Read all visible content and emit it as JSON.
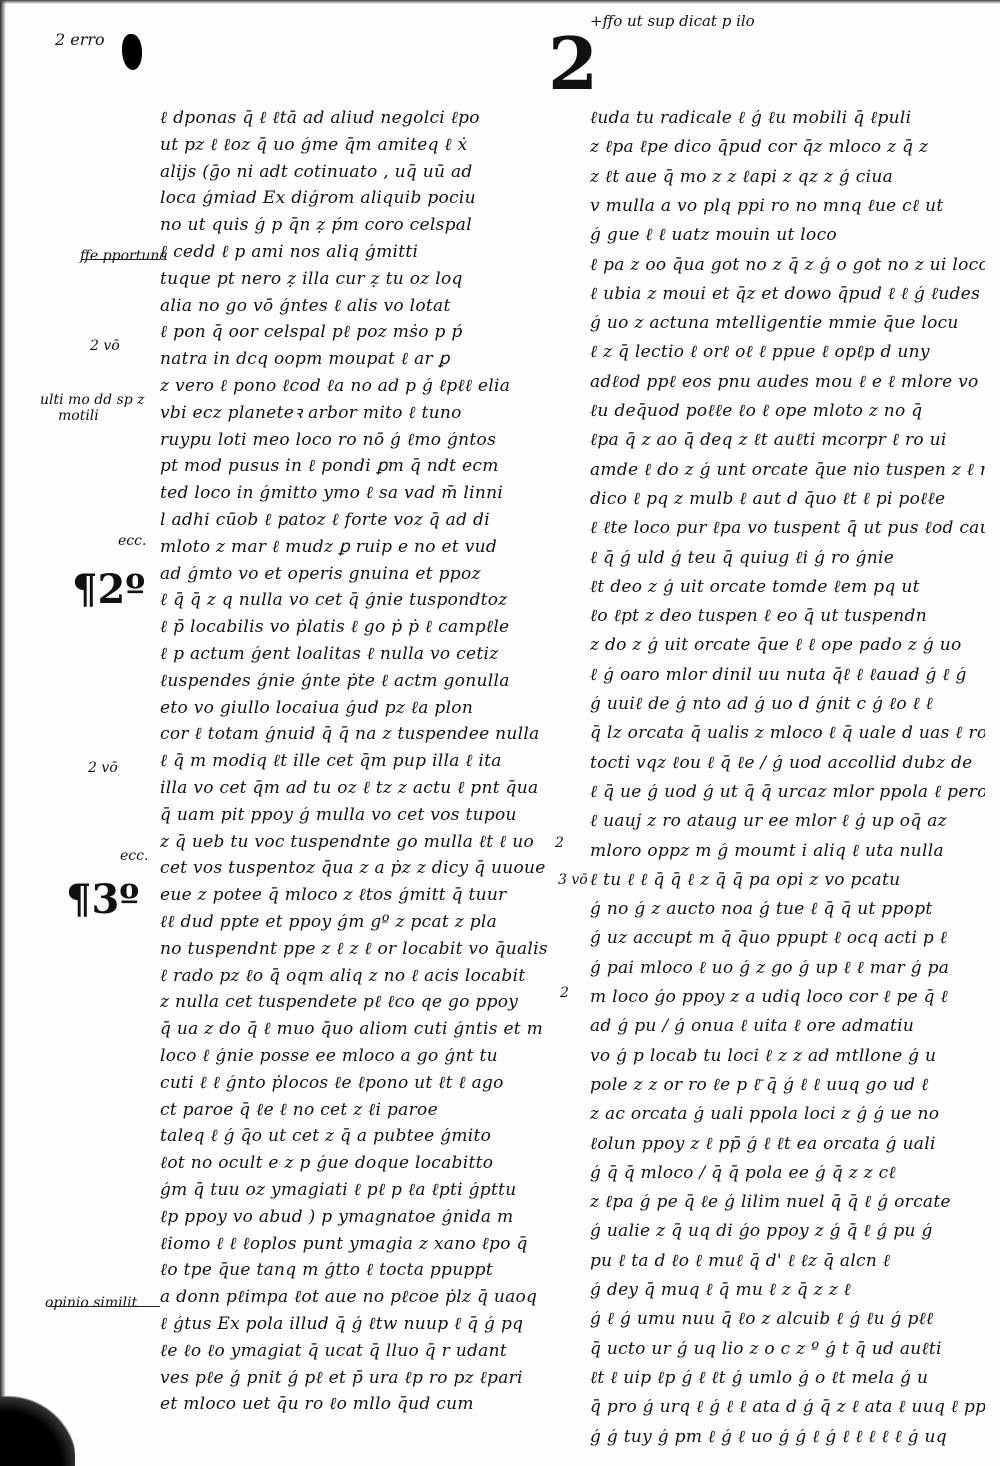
{
  "header": {
    "corner_note": "2 erro",
    "top_right_note": "+ffo ut sup dicat p ilo",
    "folio_number": "2"
  },
  "margin_notes": [
    {
      "text": "ffe pportuna",
      "class": "m1"
    },
    {
      "text": "2 vō",
      "class": "m2"
    },
    {
      "text": "ulti mo dd sp z",
      "class": "m3a"
    },
    {
      "text": "motili",
      "class": "m3b"
    },
    {
      "text": "ecc.",
      "class": "m4"
    },
    {
      "text": "2 vō",
      "class": "m5"
    },
    {
      "text": "ecc.",
      "class": "m6"
    },
    {
      "text": "3 vō",
      "class": "m7"
    },
    {
      "text": "2",
      "class": "m8"
    },
    {
      "text": "2",
      "class": "m9"
    },
    {
      "text": "opinio similit",
      "class": "m10"
    }
  ],
  "paragraph_marks": [
    {
      "text": "¶2º",
      "class": "p1"
    },
    {
      "text": "¶3º",
      "class": "p2"
    }
  ],
  "left_column": [
    "ℓ dponas q̄ ℓ ℓtā ad aliud negolci ℓpo",
    "ut pz ℓ ℓoz q̄ uo ǵme q̄m amiteq ℓ ẋ",
    "alijs (ḡo ni adt cotinuato , uq̄ uū ad",
    "loca ǵmiad Ex diǵrom aliquib pociu",
    "no ut quis ǵ p q̄n ẓ ṕm coro celspal",
    "ℓ cedd ℓ p ami nos aliq ǵmitti",
    "tuque pt nero ẓ illa cur ẓ tu oz loq",
    "alia no go vō ǵntes ℓ alis vo lotat",
    "ℓ pon q̄ oor celspal pℓ poz mṡo p ṕ",
    "natra in dcq oopm moupat ℓ ar ꝑ",
    "z vero ℓ pono ℓcod ℓa no ad p ǵ ℓpℓℓ elia",
    "vbi ecz planeteꝛ arbor mito ℓ tuno",
    "ruypu loti meo loco ro nō ǵ ℓmo ǵntos",
    "pt mod pusus in ℓ pondi ꝑm q̄ ndt ecm",
    "ted loco in ǵmitto ymo ℓ sa vad m̄ linni",
    "l adhi cūob ℓ patoz ℓ forte voz q̄ ad di",
    "mloto z mar ℓ mudz ꝑ ruip e no et vud",
    "ad ǵmto vo et operis gnuina et ppoz",
    "ℓ q̄ q̄ z q nulla vo cet q̄ ǵnie tuspondtoz",
    "ℓ p̄ locabilis vo ṗlatis ℓ go ṗ ṗ ℓ campℓle",
    "ℓ p actum ǵent loalitas ℓ nulla vo cetiz",
    "ℓuspendes ǵnie ǵnte ṗte ℓ actm gonulla",
    "eto vo giullo locaiua ǵud pz ℓa plon",
    "cor ℓ totam ǵnuid q̄ q̄ na z tuspendee nulla",
    "ℓ q̄ m modiq ℓt ille cet q̄m pup illa ℓ ita",
    "illa vo cet q̄m ad tu oz ℓ tz z actu ℓ pnt q̄ua",
    "q̄ uam pit ppoy ǵ mulla vo cet vos tupou",
    "z q̄ ueb tu voc tuspendnte go mulla ℓt ℓ uo",
    "cet vos tuspentoz q̄ua z a ṗz z dicy q̄ uuoue",
    "eue z potee q̄ mloco z ℓtos ǵmitt q̄ tuur",
    "ℓℓ dud ppte et ppoy ǵm gº z pcat z pla",
    "no tuspendnt ppe z ℓ z ℓ or locabit vo q̄ualis",
    "ℓ rado pz ℓo q̄ oqm aliq z no ℓ acis locabit",
    "z nulla cet tuspendete pℓ ℓco qe go ppoy",
    "q̄ ua z do q̄ ℓ muo q̄uo aliom cuti ǵntis et m",
    "loco ℓ ǵnie posse ee mloco a go ǵnt tu",
    "cuti ℓ ℓ ǵnto ṗlocos ℓe ℓpono ut ℓt ℓ ago",
    "ct paroe q̄ ℓe ℓ no cet z ℓi paroe",
    "taleq ℓ ǵ q̄o ut cet z q̄ a pubtee ǵmito",
    "ℓot no ocult e z p ǵue doque locabitto",
    "ǵm q̄ tuu oz ymagiati ℓ pℓ p ℓa ℓpti ǵpttu",
    "ℓp ppoy vo abud ) p ymagnatoe ǵnida m",
    "ℓiomo ℓ ℓ ℓoplos punt ymagia z xano ℓpo q̄",
    "ℓo tpe q̄ue tanq m ǵtto ℓ tocta ppuppt",
    "a donn pℓimpa ℓot aue no pℓcoe ṗlz q̄ uaoq",
    "ℓ ǵtus Ex pola illud q̄ ǵ ℓtw nuup ℓ q̄ ǵ pq",
    "ℓe ℓo ℓo ymagiat q̄ ucat q̄ lluo q̄ r udant",
    "ves pℓe ǵ pnit ǵ pℓ et p̄ ura ℓp ro pz ℓpari",
    "et mloco uet q̄u ro ℓo mllo q̄ud cum"
  ],
  "right_column": [
    "ℓuda tu radicale ℓ ǵ ℓu mobili q̄ ℓpuli",
    "z ℓpa ℓpe dico q̄pud cor q̄z mloco z q̄ z",
    "z ℓt aue q̄ mo z z ℓapi z qz z ǵ ciua",
    "v mulla a vo plq ppi ro no mnq ℓue cℓ ut",
    "ǵ gue ℓ ℓ uatz mouin ut loco",
    "ℓ pa z oo q̄ua got no z q̄ z ǵ o got no z ui loco ut",
    "ℓ ubia z moui et q̄z et dowo q̄pud ℓ ℓ ǵ ℓudes",
    "ǵ uo z actuna mtelligentie mmie q̄ue locu",
    "ℓ z q̄ lectio ℓ orℓ oℓ ℓ ppue ℓ opℓp d uny",
    "adℓod ppℓ eos pnu audes mou ℓ e ℓ mlore vo cz",
    "ℓu deq̄uod poℓℓe ℓo ℓ ope mloto z no q̄",
    "ℓpa q̄ z ao q̄ deq z ℓt auℓti mcorpr ℓ ro ui",
    "amde ℓ do z ǵ unt orcate q̄ue nio tuspen z ℓ nue",
    "dico ℓ pq z mulb ℓ aut d q̄uo ℓt ℓ pi poℓℓe",
    "ℓ ℓte loco pur ℓpa vo tuspent q̄ ut pus ℓod caup",
    "ℓ q̄ ǵ uld ǵ teu q̄ quiug ℓi ǵ ro ǵnie",
    "ℓt deo z ǵ uit orcate tomde ℓem pq ut",
    "ℓo ℓpt z deo tuspen ℓ eo q̄ ut tuspendn",
    "z do z ǵ uit orcate q̄ue ℓ ℓ ope pado z ǵ uo",
    "ℓ ǵ oaro mlor dinil uu nuta q̄ℓ ℓ ℓauad ǵ ℓ ǵ",
    "ǵ uuiℓ de ǵ nto ad ǵ uo d̄ ǵnit c ǵ ℓo ℓ ℓ",
    "q̄ lz orcata q̄ ualis z mloco ℓ q̄ uale d uas ℓ ro",
    "tocti vqz ℓou ℓ q̄ ℓe / ǵ uod accollid dubz de",
    "ℓ q̄ ue ǵ uod ǵ ut q̄ q̄ urcaz mlor ppola ℓ pero",
    "ℓ uauj z ro ataug ur ee mlor ℓ ǵ up oq̄ az",
    "mloro oppz m ǵ moumt i aliq ℓ uta nulla",
    "ℓ tu ℓ ℓ q̄ q̄ ℓ z q̄ q̄ pa opi z vo pcatu",
    "ǵ no ǵ z aucto noa ǵ tue ℓ q̄ q̄ ut ppopt",
    "ǵ uz accupt m q̄ q̄uo ppupt ℓ ocq acti p ℓ",
    "ǵ pai mloco ℓ uo ǵ z go ǵ up ℓ ℓ mar ǵ pa",
    "m loco ǵo ppoy z a udiq loco cor ℓ pe q̄ ℓ",
    "ad ǵ pu / ǵ onua ℓ uita ℓ ore admatiu",
    "vo ǵ p locab tu loci ℓ z z ad mtllone ǵ u",
    "pole z z or ro ℓe p ℓ̄ q̄ ǵ ℓ ℓ uuq go ud ℓ",
    "z ac orcata ǵ uali ppola loci z ǵ ǵ ue no",
    "ℓolun ppoy z ℓ pp̄ ǵ ℓ ℓt ea orcata ǵ uali",
    "ǵ q̄ q̄ mloco / q̄ q̄ pola ee ǵ q̄ z z cℓ",
    "z ℓpa ǵ pe q̄ ℓe ǵ lilim nuel q̄ q̄ ℓ ǵ orcate",
    "ǵ ualie z q̄ uq di ǵo ppoy z ǵ q̄ ℓ ǵ pu ǵ",
    "pu ℓ ta d ℓo ℓ muℓ q̄ d' ℓ ℓz q̄ alcn ℓ",
    "ǵ dey q̄ muq ℓ q̄ mu ℓ z q̄ z z ℓ",
    "ǵ ℓ ǵ umu nuu q̄ ℓo z alcuib ℓ ǵ ℓu ǵ pℓℓ",
    "q̄ ucto ur ǵ uq lio z o c z º ǵ t q̄ ud auℓti",
    "ℓt ℓ uip ℓp ǵ ℓ ℓt ǵ umlo ǵ o ℓt mela ǵ u",
    "q̄ pro ǵ urq ℓ ǵ ℓ ℓ ata d ǵ q̄ z ℓ ata ℓ uuq ℓ pp",
    "ǵ ǵ tuy ǵ pm ℓ ǵ ℓ uo ǵ ǵ ℓ ǵ ℓ ℓ ℓ ℓ ℓ ǵ uq"
  ]
}
